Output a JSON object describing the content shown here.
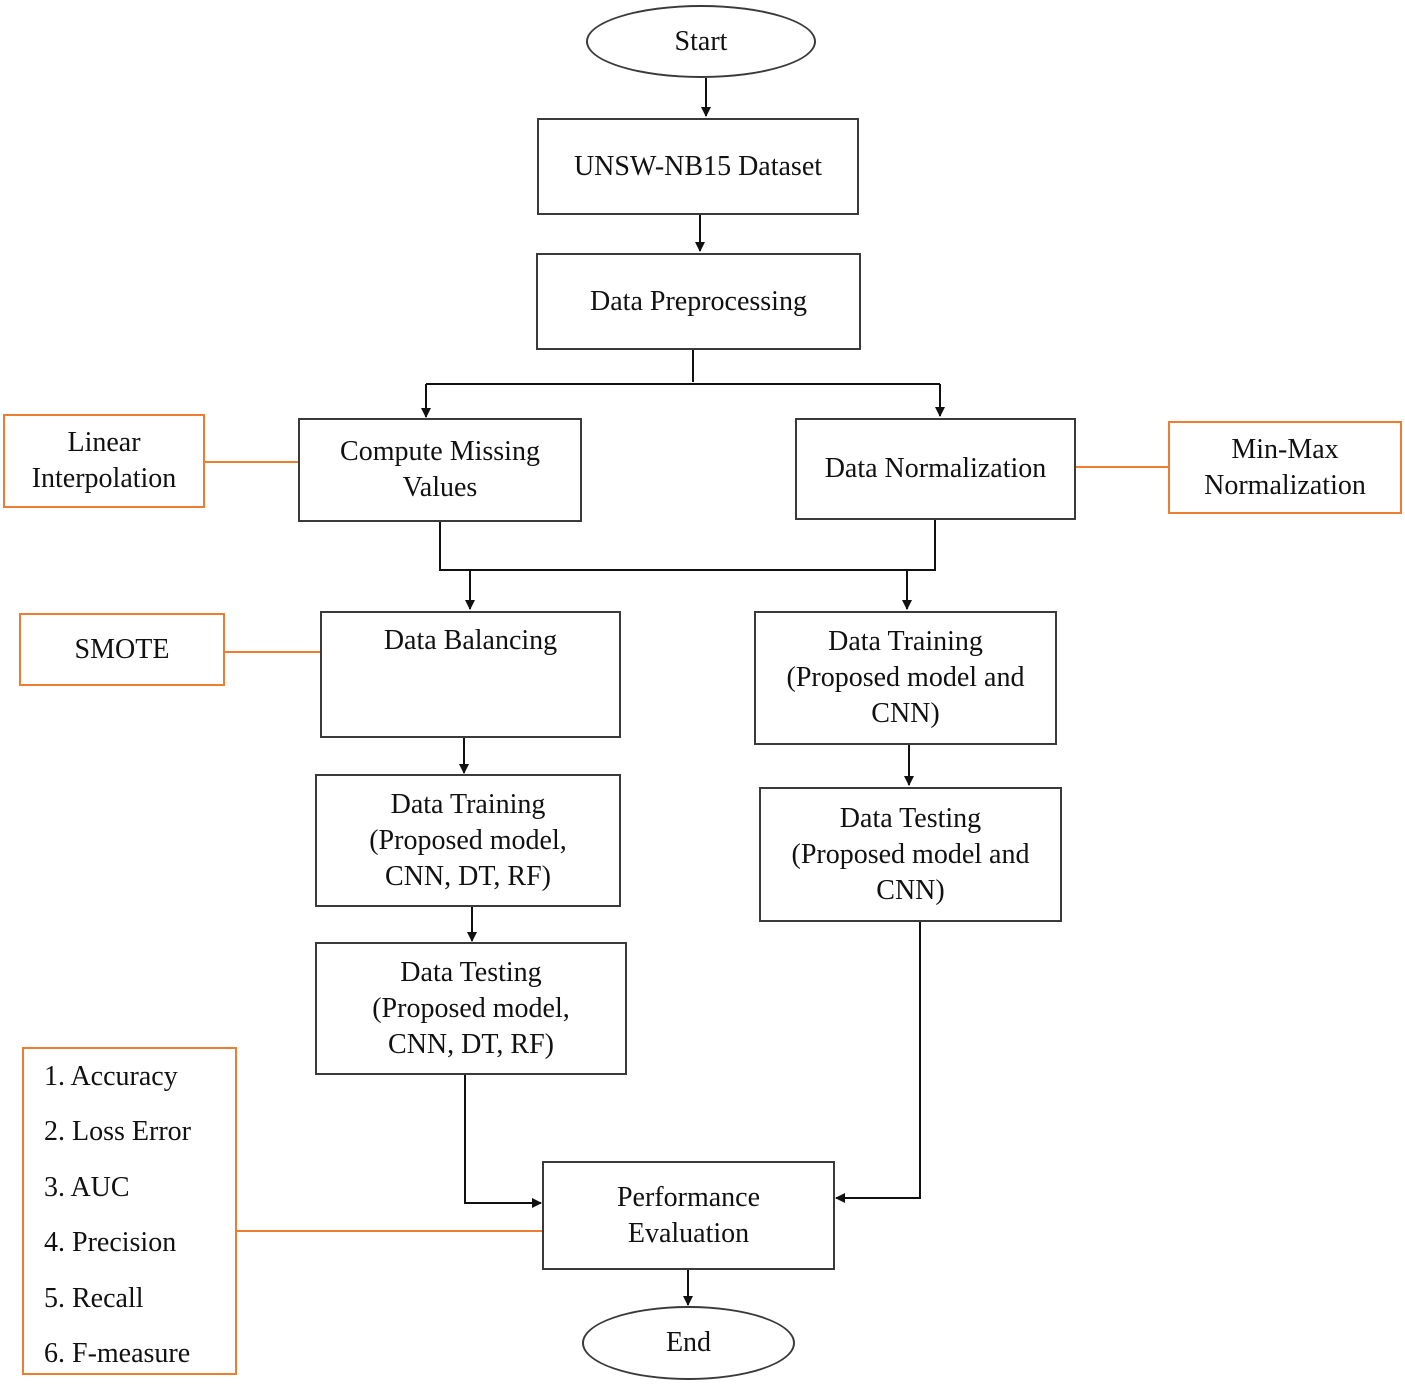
{
  "colors": {
    "process_border": "#3a3a3a",
    "annotation_border": "#ed7d31",
    "arrow": "#111111",
    "annotation_line": "#ed7d31"
  },
  "nodes": {
    "start": "Start",
    "dataset": "UNSW-NB15 Dataset",
    "preprocessing": "Data Preprocessing",
    "missing_values": "Compute Missing\nValues",
    "normalization": "Data Normalization",
    "linear_interp": "Linear\nInterpolation",
    "minmax": "Min-Max\nNormalization",
    "smote": "SMOTE",
    "balancing": "Data Balancing",
    "train_left": "Data Training\n(Proposed model,\nCNN, DT, RF)",
    "test_left": "Data Testing\n(Proposed model,\nCNN, DT, RF)",
    "train_right": "Data Training\n(Proposed model and\nCNN)",
    "test_right": "Data Testing\n(Proposed model and\nCNN)",
    "evaluation": "Performance\nEvaluation",
    "end": "End"
  },
  "metrics": [
    "1. Accuracy",
    "2. Loss Error",
    "3. AUC",
    "4. Precision",
    "5. Recall",
    "6. F-measure"
  ]
}
